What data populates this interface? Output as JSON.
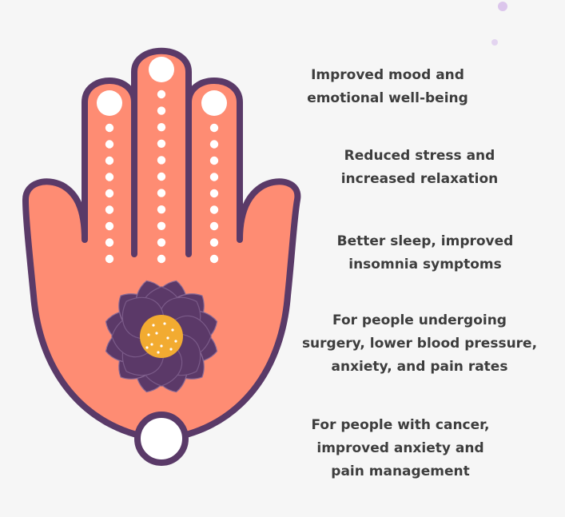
{
  "benefits": [
    {
      "lines": [
        "Improved mood and",
        "emotional well-being"
      ]
    },
    {
      "lines": [
        "Reduced stress and",
        "increased relaxation"
      ]
    },
    {
      "lines": [
        "Better sleep, improved",
        "insomnia symptoms"
      ]
    },
    {
      "lines": [
        "For people undergoing",
        "surgery, lower blood pressure,",
        "anxiety, and pain rates"
      ]
    },
    {
      "lines": [
        "For people with cancer,",
        "improved anxiety and",
        "pain management"
      ]
    }
  ],
  "colors": {
    "hand_fill": "#fe8c73",
    "hand_outline": "#5a3a68",
    "dots": "#ffffff",
    "lotus": "#5b3968",
    "lotus_center": "#f2ab31",
    "decor_dot": "#dcc6ec"
  },
  "icons": [
    "hamsa-hand-icon",
    "lotus-flower-icon"
  ]
}
